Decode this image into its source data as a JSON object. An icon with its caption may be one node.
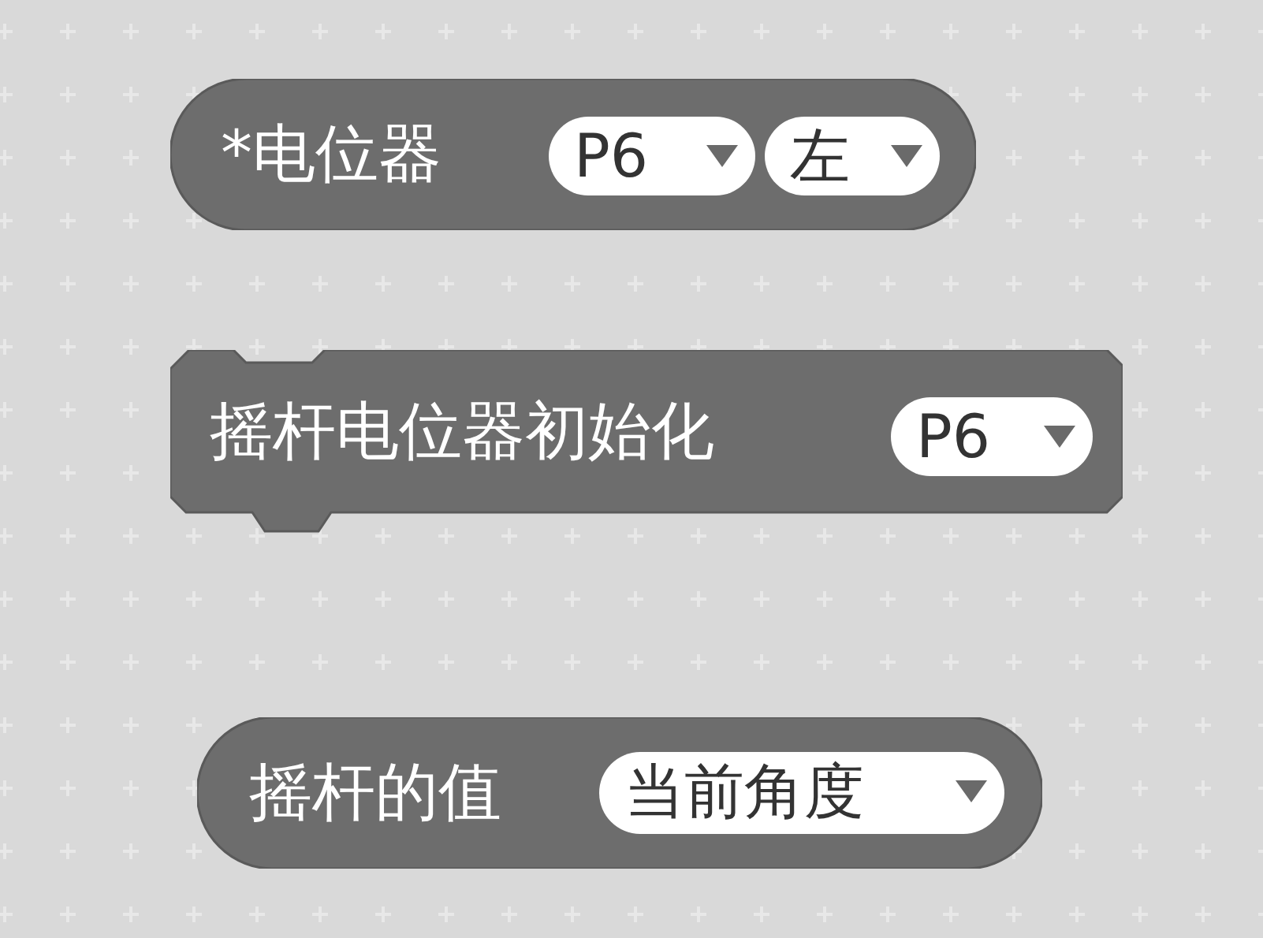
{
  "diagram": {
    "nodes": [
      {
        "text": [
          "*电位器"
        ]
      },
      {
        "text": [
          "P6"
        ],
        "in": 0
      },
      {
        "text": [
          "左"
        ],
        "in": 0
      },
      {
        "text": [
          "摇杆电位器初始化"
        ]
      },
      {
        "text": [
          "P6"
        ],
        "in": 3
      },
      {
        "text": [
          "摇杆的值"
        ]
      },
      {
        "text": [
          "当前角度"
        ],
        "in": 5
      }
    ]
  }
}
